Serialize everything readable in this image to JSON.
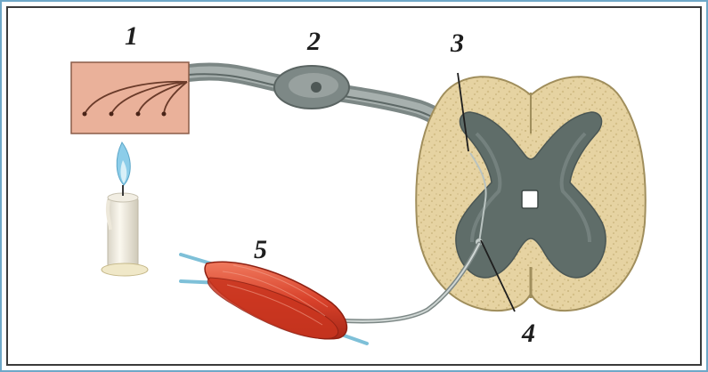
{
  "labels": {
    "receptor": "1",
    "ganglion": "2",
    "sensory_entry": "3",
    "motor_neuron": "4",
    "muscle": "5"
  },
  "colors": {
    "frame_outer": "#6fa8c8",
    "frame_inner": "#3a3a3a",
    "receptor_fill": "#eab19a",
    "nerve": "#8c9694",
    "grey_matter": "#5f6d69",
    "white_matter": "#e3d09d",
    "muscle": "#d8442c",
    "tendon": "#7ec0d8",
    "candle": "#f4efe2",
    "flame": "#8ccde9"
  }
}
